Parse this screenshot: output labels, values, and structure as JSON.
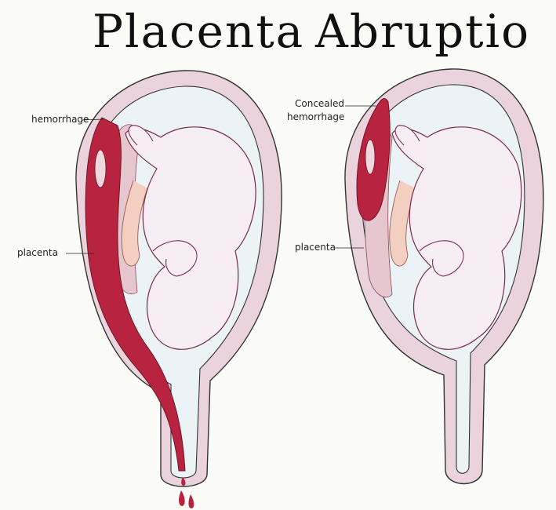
{
  "title": {
    "word1": "Placenta",
    "word2": "Abruptio"
  },
  "left_figure": {
    "labels": {
      "hemorrhage": "hemorrhage",
      "placenta": "placenta"
    }
  },
  "right_figure": {
    "labels": {
      "concealed_line1": "Concealed",
      "concealed_line2": "hemorrhage",
      "placenta": "placenta"
    }
  },
  "colors": {
    "uterus_wall": "#ead3dd",
    "uterus_outline": "#333333",
    "amniotic_fluid": "#ecf3f7",
    "fetus_fill": "#f6eef4",
    "fetus_outline": "#7a2a45",
    "hemorrhage": "#b8243f",
    "placenta": "#e6c6cf",
    "cord": "#f2cfc0"
  }
}
